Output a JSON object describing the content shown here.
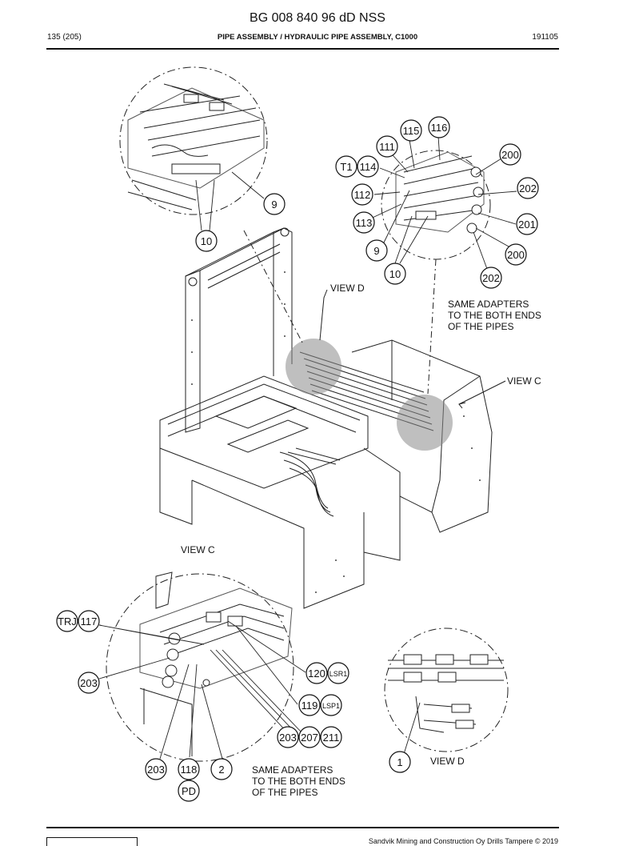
{
  "header": {
    "doc_id": "BG 008 840 96 dD NSS",
    "page": "135 (205)",
    "title": "PIPE ASSEMBLY / HYDRAULIC PIPE ASSEMBLY, C1000",
    "date": "191105"
  },
  "labels": {
    "view_d_main": "VIEW D",
    "view_c_main": "VIEW C",
    "view_c_detail": "VIEW C",
    "view_d_detail": "VIEW D",
    "same_adapters_top": "SAME ADAPTERS\nTO THE BOTH ENDS\nOF THE PIPES",
    "same_adapters_bottom": "SAME ADAPTERS\nTO THE BOTH ENDS\nOF THE PIPES"
  },
  "callouts": {
    "c9a": "9",
    "c10a": "10",
    "c115": "115",
    "c116": "116",
    "c111": "111",
    "c200a": "200",
    "t1": "T1",
    "c114": "114",
    "c202a": "202",
    "c112": "112",
    "c113": "113",
    "c201": "201",
    "c9b": "9",
    "c200b": "200",
    "c10b": "10",
    "c202b": "202",
    "trj": "TRJ",
    "c117": "117",
    "c203a": "203",
    "c120": "120",
    "lsr1": "LSR1",
    "c119": "119",
    "lsp1": "LSP1",
    "c203b": "203",
    "c207": "207",
    "c211": "211",
    "c203c": "203",
    "c118": "118",
    "c2": "2",
    "pd": "PD",
    "c1": "1"
  },
  "footer": {
    "copyright": "Sandvik Mining and Construction Oy Drills Tampere © 2019"
  }
}
